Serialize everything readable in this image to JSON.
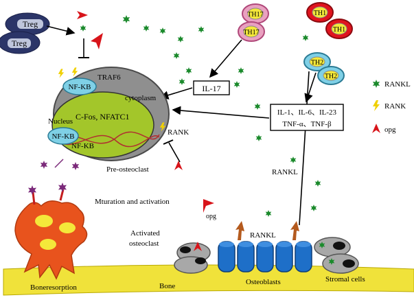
{
  "cells": {
    "treg_top": "Treg",
    "treg_bottom": "Treg",
    "th17_top": "TH17",
    "th17_bottom": "TH17",
    "th1_top": "TH1",
    "th1_bottom": "TH1",
    "th2_top": "TH2",
    "th2_bottom": "TH2"
  },
  "preosteoclast": {
    "traf6": "TRAF6",
    "nfkb_top": "NF-KB",
    "cytoplasm": "cytoplasm",
    "cfos": "C-Fos, NFATC1",
    "nucleus": "Nucleus",
    "nfkb_nucleus": "NF-KB",
    "nfkb_lower": "NF-KB",
    "caption": "Pre-osteoclast"
  },
  "labels": {
    "il17": "IL-17",
    "cytokines_line1": "IL-1、IL-6、IL-23",
    "cytokines_line2": "TNF-α、TNF-β",
    "rank": "RANK",
    "rankl_mid": "RANKL",
    "rankl_bottom": "RANKL",
    "maturation": "Mturation and activation",
    "opg": "opg",
    "activated_line1": "Activated",
    "activated_line2": "osteoclast",
    "boneresorption": "Boneresorption",
    "bone": "Bone",
    "osteoblasts": "Osteoblasts",
    "stromal": "Stromal cells"
  },
  "legend": {
    "rankl": "RANKL",
    "rank": "RANK",
    "opg": "opg"
  }
}
